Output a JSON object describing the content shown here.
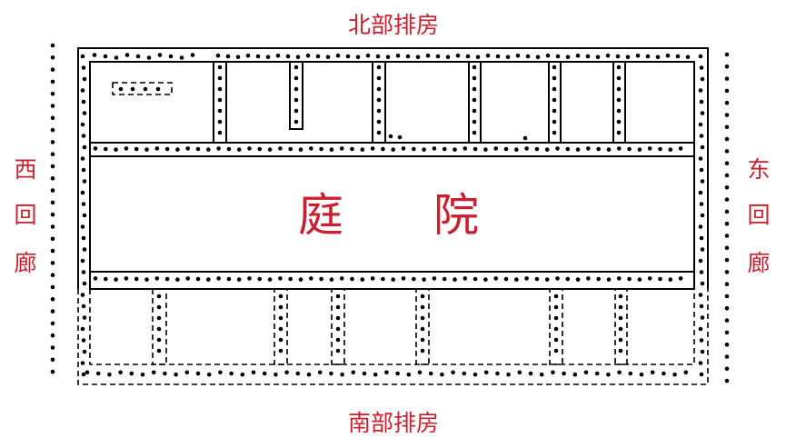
{
  "labels": {
    "north": "北部排房",
    "south": "南部排房",
    "west": "西回廊",
    "east": "东回廊",
    "courtyard_left": "庭",
    "courtyard_right": "院"
  },
  "colors": {
    "label_red": "#c8202f",
    "line_black": "#000000"
  }
}
